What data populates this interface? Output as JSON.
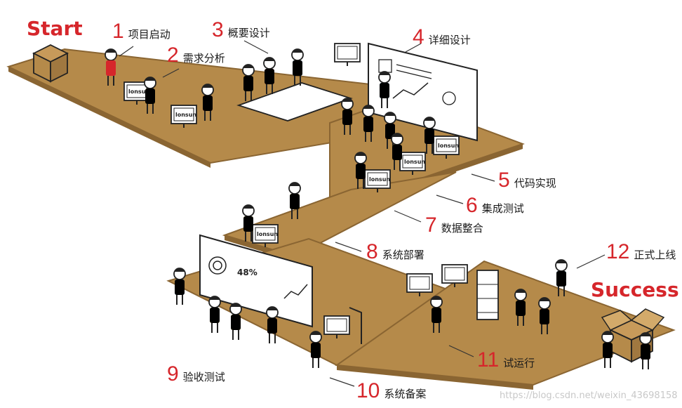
{
  "start_label": "Start",
  "success_label": "Success",
  "watermark": "https://blog.csdn.net/weixin_43698158",
  "brand": "lonsun",
  "poster_percent": "48%",
  "steps": [
    {
      "num": "1",
      "text": "项目启动"
    },
    {
      "num": "2",
      "text": "需求分析"
    },
    {
      "num": "3",
      "text": "概要设计"
    },
    {
      "num": "4",
      "text": "详细设计"
    },
    {
      "num": "5",
      "text": "代码实现"
    },
    {
      "num": "6",
      "text": "集成测试"
    },
    {
      "num": "7",
      "text": "数据整合"
    },
    {
      "num": "8",
      "text": "系统部署"
    },
    {
      "num": "9",
      "text": "验收测试"
    },
    {
      "num": "10",
      "text": "系统备案"
    },
    {
      "num": "11",
      "text": "试运行"
    },
    {
      "num": "12",
      "text": "正式上线"
    }
  ],
  "colors": {
    "floor": "#b58a4a",
    "floor_edge": "#8a6532",
    "accent": "#d6262b",
    "yellow": "#f2cc1b",
    "blue": "#2f86c9",
    "red": "#d6262b"
  }
}
